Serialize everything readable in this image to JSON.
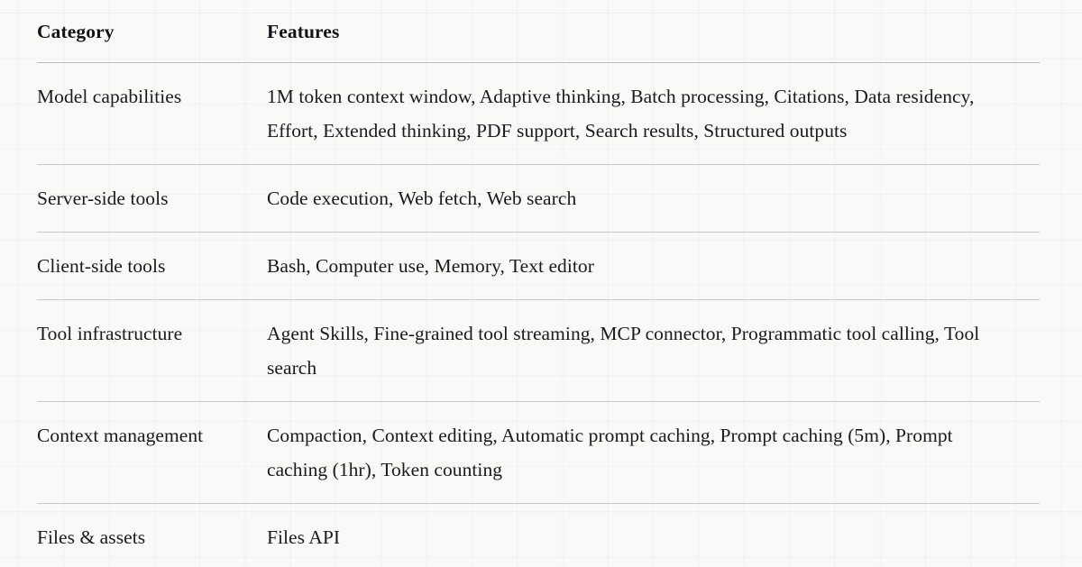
{
  "page": {
    "background_color": "#faf9f7",
    "text_color": "#1a1a1f",
    "rule_color": "#c9c9c5",
    "grid_color": "rgba(0,0,0,0.032)"
  },
  "table": {
    "columns": [
      {
        "key": "category",
        "label": "Category"
      },
      {
        "key": "features",
        "label": "Features"
      }
    ],
    "rows": [
      {
        "category": "Model capabilities",
        "features": "1M token context window, Adaptive thinking, Batch processing, Citations, Data residency, Effort, Extended thinking, PDF support, Search results, Structured outputs"
      },
      {
        "category": "Server-side tools",
        "features": "Code execution, Web fetch, Web search"
      },
      {
        "category": "Client-side tools",
        "features": "Bash, Computer use, Memory, Text editor"
      },
      {
        "category": "Tool infrastructure",
        "features": "Agent Skills, Fine-grained tool streaming, MCP connector, Programmatic tool calling, Tool search"
      },
      {
        "category": "Context management",
        "features": "Compaction, Context editing, Automatic prompt caching, Prompt caching (5m), Prompt caching (1hr), Token counting"
      },
      {
        "category": "Files & assets",
        "features": "Files API"
      }
    ]
  }
}
